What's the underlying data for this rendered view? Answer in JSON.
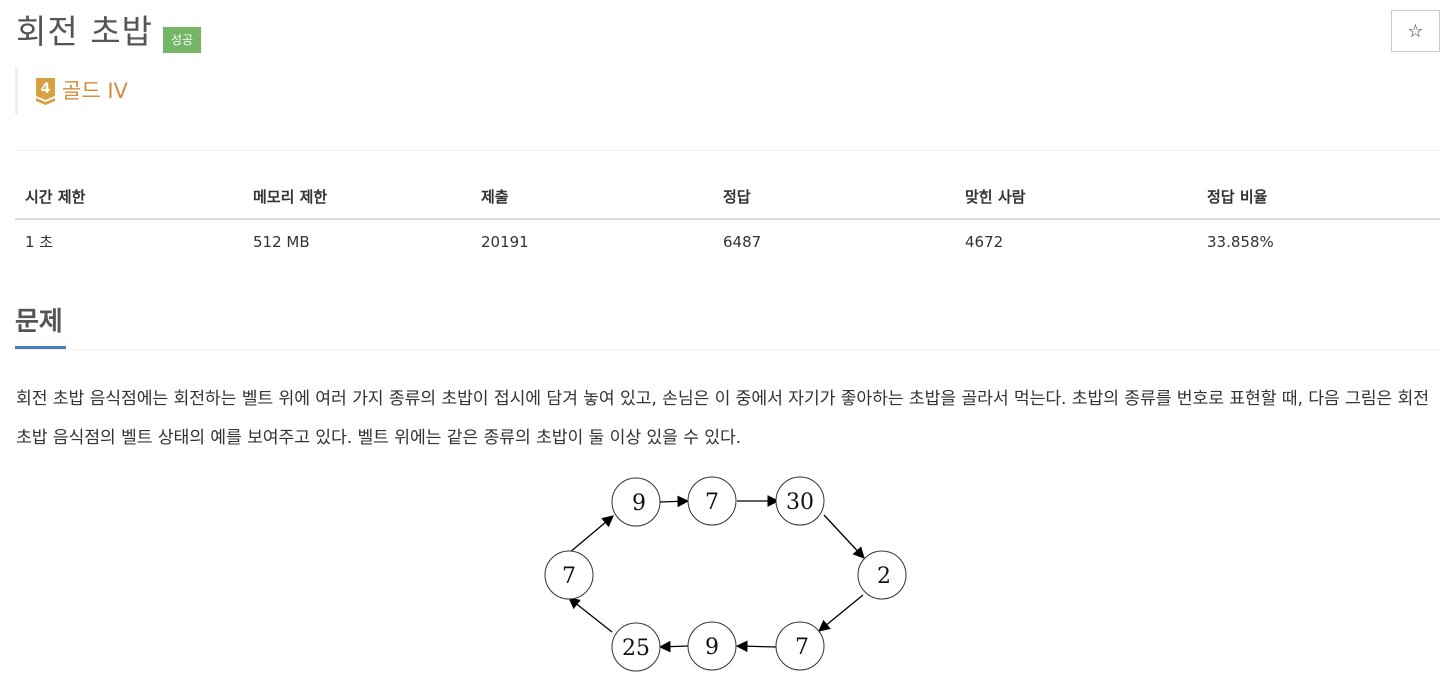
{
  "header": {
    "title": "회전 초밥",
    "result_badge": "성공",
    "star_icon": "☆",
    "tier": {
      "number": "4",
      "label": "골드 IV",
      "color": "#d28e3c"
    }
  },
  "info_table": {
    "columns": [
      "시간 제한",
      "메모리 제한",
      "제출",
      "정답",
      "맞힌 사람",
      "정답 비율"
    ],
    "values": [
      "1 초",
      "512 MB",
      "20191",
      "6487",
      "4672",
      "33.858%"
    ]
  },
  "problem": {
    "section_title": "문제",
    "paragraph": "회전 초밥 음식점에는 회전하는 벨트 위에 여러 가지 종류의 초밥이 접시에 담겨 놓여 있고, 손님은 이 중에서 자기가 좋아하는 초밥을 골라서 먹는다. 초밥의 종류를 번호로 표현할 때, 다음 그림은 회전 초밥 음식점의 벨트 상태의 예를 보여주고 있다. 벨트 위에는 같은 종류의 초밥이 둘 이상 있을 수 있다.",
    "diagram": {
      "nodes": [
        {
          "id": "n1",
          "label": "7"
        },
        {
          "id": "n2",
          "label": "9"
        },
        {
          "id": "n3",
          "label": "7"
        },
        {
          "id": "n4",
          "label": "30"
        },
        {
          "id": "n5",
          "label": "2"
        },
        {
          "id": "n6",
          "label": "7"
        },
        {
          "id": "n7",
          "label": "9"
        },
        {
          "id": "n8",
          "label": "25"
        }
      ],
      "edges": [
        [
          "n1",
          "n2"
        ],
        [
          "n2",
          "n3"
        ],
        [
          "n3",
          "n4"
        ],
        [
          "n4",
          "n5"
        ],
        [
          "n5",
          "n6"
        ],
        [
          "n6",
          "n7"
        ],
        [
          "n7",
          "n8"
        ],
        [
          "n8",
          "n1"
        ]
      ]
    }
  },
  "colors": {
    "badge_success": "#74b566",
    "tier_gold": "#d28e3c",
    "section_underline": "#4b7bc4"
  }
}
